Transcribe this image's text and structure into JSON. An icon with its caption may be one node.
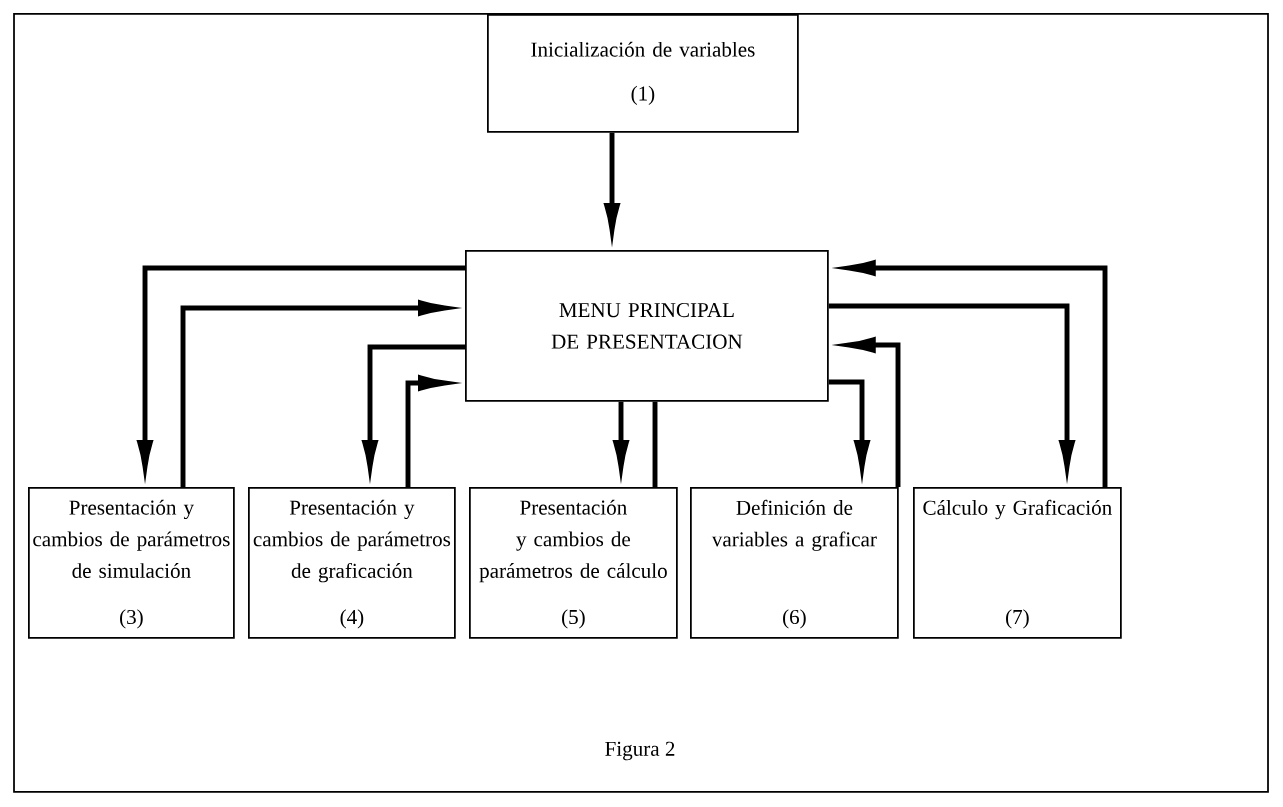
{
  "diagram": {
    "caption": "Figura 2",
    "nodes": [
      {
        "text": [
          "Inicialización de variables",
          "(1)"
        ]
      },
      {
        "text": [
          "MENU PRINCIPAL DE PRESENTACION"
        ]
      },
      {
        "text": [
          "Presentación y cambios de parámetros de simulación",
          "(3)"
        ]
      },
      {
        "text": [
          "Presentación y cambios de parámetros de graficación",
          "(4)"
        ]
      },
      {
        "text": [
          "Presentación y cambios de parámetros de cálculo",
          "(5)"
        ]
      },
      {
        "text": [
          "Definición de variables a graficar",
          "(6)"
        ]
      },
      {
        "text": [
          "Cálculo y Graficación",
          "(7)"
        ]
      }
    ],
    "edges": [
      {
        "from": 0,
        "to": 1,
        "arrow": "to"
      },
      {
        "from": 1,
        "to": 2,
        "arrow": "to"
      },
      {
        "from": 2,
        "to": 1,
        "arrow": "to"
      },
      {
        "from": 1,
        "to": 3,
        "arrow": "to"
      },
      {
        "from": 3,
        "to": 1,
        "arrow": "to"
      },
      {
        "from": 1,
        "to": 4,
        "arrow": "to"
      },
      {
        "from": 4,
        "to": 1,
        "arrow": "none"
      },
      {
        "from": 1,
        "to": 5,
        "arrow": "to"
      },
      {
        "from": 5,
        "to": 1,
        "arrow": "to"
      },
      {
        "from": 1,
        "to": 6,
        "arrow": "to"
      },
      {
        "from": 6,
        "to": 1,
        "arrow": "to"
      }
    ]
  }
}
